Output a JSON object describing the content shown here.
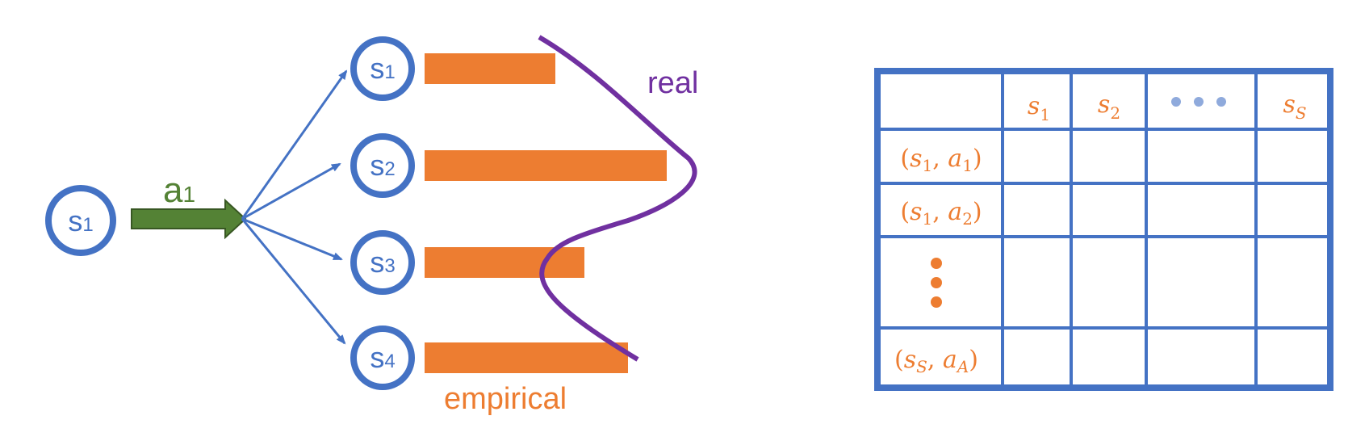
{
  "colors": {
    "node": "#4472c4",
    "bar": "#ed7d31",
    "real_curve": "#7030a0",
    "action": "#548235",
    "table_text": "#ed7d31",
    "ellipsis_dots": "#8faadc"
  },
  "source_state": {
    "letter": "s",
    "index": "1"
  },
  "action": {
    "letter": "a",
    "index": "1"
  },
  "next_states": [
    {
      "letter": "s",
      "index": "1",
      "empirical": 0.54
    },
    {
      "letter": "s",
      "index": "2",
      "empirical": 1.0
    },
    {
      "letter": "s",
      "index": "3",
      "empirical": 0.66
    },
    {
      "letter": "s",
      "index": "4",
      "empirical": 0.84
    }
  ],
  "labels": {
    "real": "real",
    "empirical": "empirical"
  },
  "table": {
    "column_headers": [
      {
        "letter": "s",
        "sub": "1"
      },
      {
        "letter": "s",
        "sub": "2"
      },
      {
        "ellipsis": true
      },
      {
        "letter": "s",
        "sub": "S"
      }
    ],
    "row_headers": [
      {
        "s": "s",
        "s_sub": "1",
        "a": "a",
        "a_sub": "1"
      },
      {
        "s": "s",
        "s_sub": "1",
        "a": "a",
        "a_sub": "2"
      },
      {
        "ellipsis": true
      },
      {
        "s": "s",
        "s_sub": "S",
        "a": "a",
        "a_sub": "A"
      }
    ]
  }
}
